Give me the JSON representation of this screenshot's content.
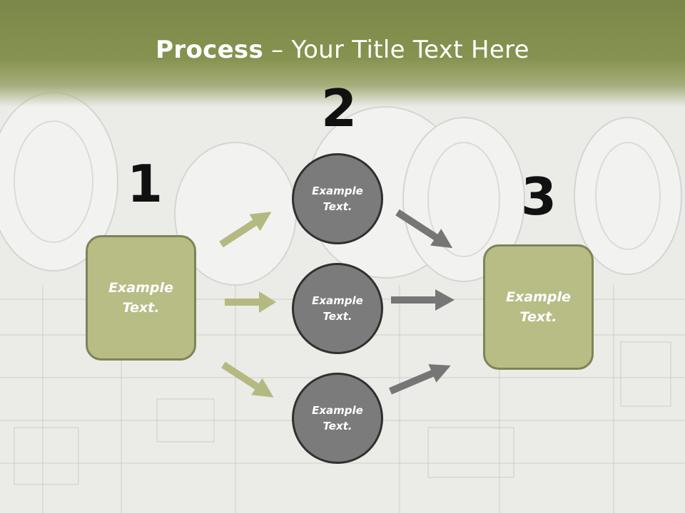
{
  "title": {
    "bold": "Process",
    "rest": " – Your Title Text Here"
  },
  "numbers": {
    "one": "1",
    "two": "2",
    "three": "3"
  },
  "left_box": {
    "text_line1": "Example",
    "text_line2": "Text."
  },
  "circles": [
    {
      "text_line1": "Example",
      "text_line2": "Text."
    },
    {
      "text_line1": "Example",
      "text_line2": "Text."
    },
    {
      "text_line1": "Example",
      "text_line2": "Text."
    }
  ],
  "right_box": {
    "text_line1": "Example",
    "text_line2": "Text."
  },
  "colors": {
    "header": "#7b8748",
    "box_fill": "#b8bd86",
    "box_border": "#7f8458",
    "circle_fill": "#7b7b7b",
    "circle_border": "#303030",
    "arrow_green": "#b3b981",
    "arrow_gray": "#767676"
  }
}
